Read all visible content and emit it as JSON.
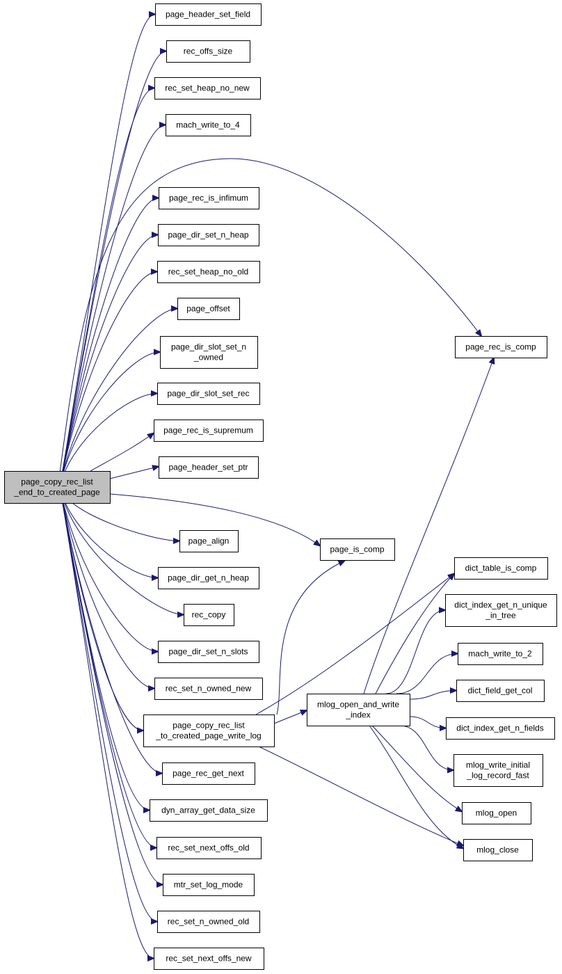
{
  "graph": {
    "nodes": [
      {
        "id": "root",
        "lines": [
          "page_copy_rec_list",
          "_end_to_created_page"
        ]
      },
      {
        "id": "page_header_set_field",
        "lines": [
          "page_header_set_field"
        ]
      },
      {
        "id": "rec_offs_size",
        "lines": [
          "rec_offs_size"
        ]
      },
      {
        "id": "rec_set_heap_no_new",
        "lines": [
          "rec_set_heap_no_new"
        ]
      },
      {
        "id": "mach_write_to_4",
        "lines": [
          "mach_write_to_4"
        ]
      },
      {
        "id": "page_rec_is_infimum",
        "lines": [
          "page_rec_is_infimum"
        ]
      },
      {
        "id": "page_dir_set_n_heap",
        "lines": [
          "page_dir_set_n_heap"
        ]
      },
      {
        "id": "rec_set_heap_no_old",
        "lines": [
          "rec_set_heap_no_old"
        ]
      },
      {
        "id": "page_offset",
        "lines": [
          "page_offset"
        ]
      },
      {
        "id": "page_dir_slot_set_n_owned",
        "lines": [
          "page_dir_slot_set_n",
          "_owned"
        ]
      },
      {
        "id": "page_dir_slot_set_rec",
        "lines": [
          "page_dir_slot_set_rec"
        ]
      },
      {
        "id": "page_rec_is_supremum",
        "lines": [
          "page_rec_is_supremum"
        ]
      },
      {
        "id": "page_header_set_ptr",
        "lines": [
          "page_header_set_ptr"
        ]
      },
      {
        "id": "page_align",
        "lines": [
          "page_align"
        ]
      },
      {
        "id": "page_dir_get_n_heap",
        "lines": [
          "page_dir_get_n_heap"
        ]
      },
      {
        "id": "rec_copy",
        "lines": [
          "rec_copy"
        ]
      },
      {
        "id": "page_dir_set_n_slots",
        "lines": [
          "page_dir_set_n_slots"
        ]
      },
      {
        "id": "rec_set_n_owned_new",
        "lines": [
          "rec_set_n_owned_new"
        ]
      },
      {
        "id": "write_log",
        "lines": [
          "page_copy_rec_list",
          "_to_created_page_write_log"
        ]
      },
      {
        "id": "page_rec_get_next",
        "lines": [
          "page_rec_get_next"
        ]
      },
      {
        "id": "dyn_array_get_data_size",
        "lines": [
          "dyn_array_get_data_size"
        ]
      },
      {
        "id": "rec_set_next_offs_old",
        "lines": [
          "rec_set_next_offs_old"
        ]
      },
      {
        "id": "mtr_set_log_mode",
        "lines": [
          "mtr_set_log_mode"
        ]
      },
      {
        "id": "rec_set_n_owned_old",
        "lines": [
          "rec_set_n_owned_old"
        ]
      },
      {
        "id": "rec_set_next_offs_new",
        "lines": [
          "rec_set_next_offs_new"
        ]
      },
      {
        "id": "page_rec_is_comp",
        "lines": [
          "page_rec_is_comp"
        ]
      },
      {
        "id": "page_is_comp",
        "lines": [
          "page_is_comp"
        ]
      },
      {
        "id": "mlog_open_and_write_index",
        "lines": [
          "mlog_open_and_write",
          "_index"
        ]
      },
      {
        "id": "dict_table_is_comp",
        "lines": [
          "dict_table_is_comp"
        ]
      },
      {
        "id": "dict_index_get_n_unique_in_tree",
        "lines": [
          "dict_index_get_n_unique",
          "_in_tree"
        ]
      },
      {
        "id": "mach_write_to_2",
        "lines": [
          "mach_write_to_2"
        ]
      },
      {
        "id": "dict_field_get_col",
        "lines": [
          "dict_field_get_col"
        ]
      },
      {
        "id": "dict_index_get_n_fields",
        "lines": [
          "dict_index_get_n_fields"
        ]
      },
      {
        "id": "mlog_write_initial_log_record_fast",
        "lines": [
          "mlog_write_initial",
          "_log_record_fast"
        ]
      },
      {
        "id": "mlog_open",
        "lines": [
          "mlog_open"
        ]
      },
      {
        "id": "mlog_close",
        "lines": [
          "mlog_close"
        ]
      }
    ],
    "edges": [
      [
        "root",
        "page_header_set_field"
      ],
      [
        "root",
        "rec_offs_size"
      ],
      [
        "root",
        "rec_set_heap_no_new"
      ],
      [
        "root",
        "mach_write_to_4"
      ],
      [
        "root",
        "page_rec_is_comp"
      ],
      [
        "root",
        "page_rec_is_infimum"
      ],
      [
        "root",
        "page_dir_set_n_heap"
      ],
      [
        "root",
        "rec_set_heap_no_old"
      ],
      [
        "root",
        "page_offset"
      ],
      [
        "root",
        "page_dir_slot_set_n_owned"
      ],
      [
        "root",
        "page_dir_slot_set_rec"
      ],
      [
        "root",
        "page_rec_is_supremum"
      ],
      [
        "root",
        "page_header_set_ptr"
      ],
      [
        "root",
        "page_is_comp"
      ],
      [
        "root",
        "page_align"
      ],
      [
        "root",
        "page_dir_get_n_heap"
      ],
      [
        "root",
        "rec_copy"
      ],
      [
        "root",
        "page_dir_set_n_slots"
      ],
      [
        "root",
        "rec_set_n_owned_new"
      ],
      [
        "root",
        "write_log"
      ],
      [
        "root",
        "page_rec_get_next"
      ],
      [
        "root",
        "dyn_array_get_data_size"
      ],
      [
        "root",
        "rec_set_next_offs_old"
      ],
      [
        "root",
        "mtr_set_log_mode"
      ],
      [
        "root",
        "rec_set_n_owned_old"
      ],
      [
        "root",
        "rec_set_next_offs_new"
      ],
      [
        "write_log",
        "page_is_comp"
      ],
      [
        "write_log",
        "mlog_open_and_write_index"
      ],
      [
        "write_log",
        "dict_table_is_comp"
      ],
      [
        "write_log",
        "mlog_close"
      ],
      [
        "mlog_open_and_write_index",
        "page_rec_is_comp"
      ],
      [
        "mlog_open_and_write_index",
        "dict_table_is_comp"
      ],
      [
        "mlog_open_and_write_index",
        "dict_index_get_n_unique_in_tree"
      ],
      [
        "mlog_open_and_write_index",
        "mach_write_to_2"
      ],
      [
        "mlog_open_and_write_index",
        "dict_field_get_col"
      ],
      [
        "mlog_open_and_write_index",
        "dict_index_get_n_fields"
      ],
      [
        "mlog_open_and_write_index",
        "mlog_write_initial_log_record_fast"
      ],
      [
        "mlog_open_and_write_index",
        "mlog_open"
      ],
      [
        "mlog_open_and_write_index",
        "mlog_close"
      ]
    ]
  }
}
